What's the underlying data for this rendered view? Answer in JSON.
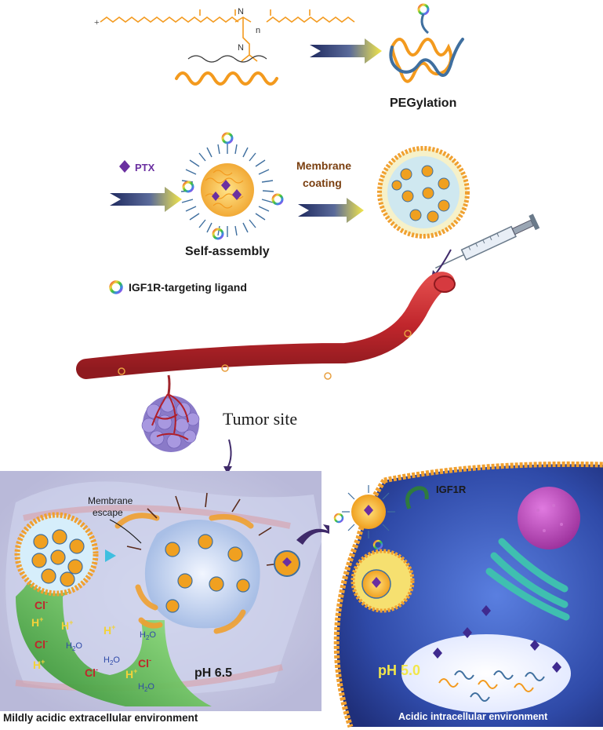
{
  "structure": {
    "n_label": "n"
  },
  "labels": {
    "pegylation": "PEGylation",
    "ptx": "PTX",
    "membrane_coating_line1": "Membrane",
    "membrane_coating_line2": "coating",
    "self_assembly": "Self-assembly",
    "ligand_legend": "IGF1R-targeting ligand",
    "tumor_site": "Tumor site",
    "membrane_escape_line1": "Membrane",
    "membrane_escape_line2": "escape",
    "igf1r": "IGF1R",
    "ph_extracellular": "pH 6.5",
    "ph_intracellular": "pH 5.0",
    "extracellular_caption": "Mildly acidic extracellular environment",
    "intracellular_caption": "Acidic intracellular environment"
  },
  "ions": {
    "cl": "Cl",
    "h": "H",
    "h2o_h": "H",
    "h2o_sub": "2",
    "h2o_o": "O",
    "minus": "-",
    "plus": "+"
  },
  "colors": {
    "polymer_orange": "#f39a1e",
    "peg_blue": "#3f6f9f",
    "ptx_purple": "#6a2fa0",
    "vessel_red": "#c0262c",
    "membrane_orange": "#f0a030",
    "cell_blue": "#2a3f8f",
    "golgi_teal": "#3fbfb0",
    "nucleus_magenta": "#b03fb0",
    "arrow_yellow": "#f0e040",
    "arrow_navy": "#1f2a5f",
    "acidic_green": "#3f9f3f"
  }
}
